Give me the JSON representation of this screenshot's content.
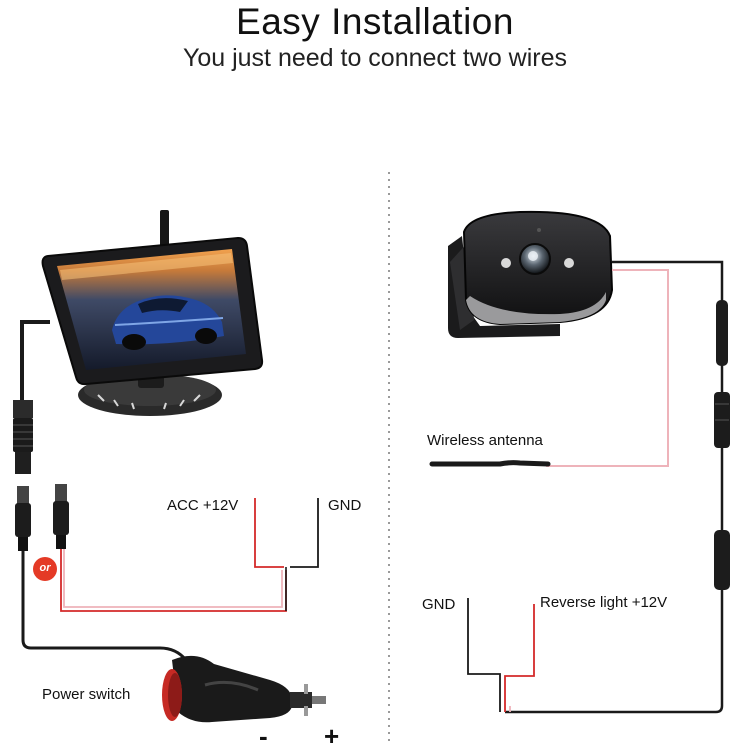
{
  "header": {
    "title": "Easy Installation",
    "subtitle": "You just need to connect two wires"
  },
  "monitor_side": {
    "acc_label": "ACC +12V",
    "gnd_label": "GND",
    "or_badge": "or",
    "power_switch_label": "Power switch",
    "minus_sign": "-",
    "plus_sign": "+"
  },
  "camera_side": {
    "antenna_label": "Wireless antenna",
    "gnd_label": "GND",
    "reverse_label": "Reverse light +12V"
  },
  "colors": {
    "wire_black": "#1a1a1a",
    "wire_red": "#d42a2a",
    "wire_pink": "#eeb3ba",
    "badge_red": "#e43a26"
  }
}
